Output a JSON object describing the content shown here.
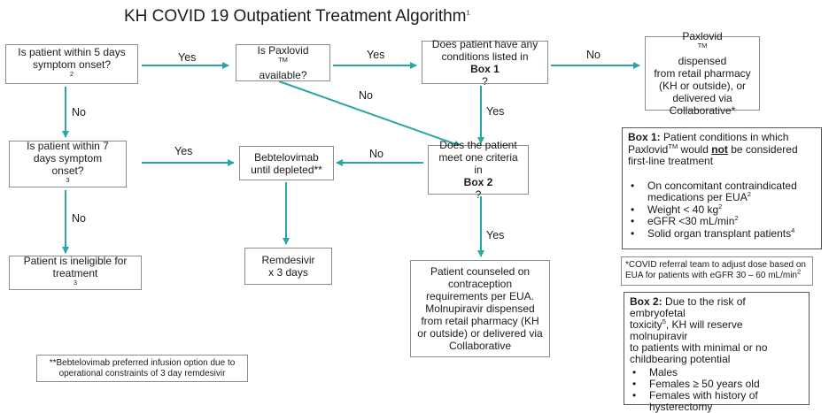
{
  "title": "KH COVID 19 Outpatient Treatment Algorithm",
  "title_sup": "1",
  "nodes": {
    "q5days": {
      "l1": "Is patient within 5 days",
      "l2": "symptom onset?",
      "sup": "2"
    },
    "paxlovid_avail": {
      "l1": "Is Paxlovid",
      "tm": "TM",
      "l1b": "",
      "l2": "available?"
    },
    "box1_q": {
      "l1": "Does patient have any",
      "l2": "conditions listed in",
      "bold": "Box 1",
      "tail": "?"
    },
    "paxlovid_dispensed": {
      "l1": "Paxlovid",
      "tm": "TM",
      "l1b": " dispensed",
      "l2": "from retail pharmacy",
      "l3": "(KH or outside),  or",
      "l4": "delivered via",
      "l5": "Collaborative*"
    },
    "q7days": {
      "l1": "Is patient within 7",
      "l2": "days symptom",
      "l3": "onset?",
      "sup": "3"
    },
    "bebtelovimab": {
      "l1": "Bebtelovimab",
      "l2": "until depleted**"
    },
    "box2_q": {
      "l1": "Does the patient",
      "l2": "meet one criteria",
      "l3": "in ",
      "bold": "Box 2",
      "tail": "?"
    },
    "ineligible": {
      "l1": "Patient is ineligible for",
      "l2": "treatment",
      "sup": "3"
    },
    "remdesivir": {
      "l1": "Remdesivir",
      "l2": "x 3 days"
    },
    "counseled": {
      "l1": "Patient counseled on",
      "l2": "contraception",
      "l3": "requirements per EUA.",
      "l4": "Molnupiravir dispensed",
      "l5": "from retail pharmacy (KH",
      "l6": "or outside) or delivered via",
      "l7": "Collaborative"
    }
  },
  "arrow_labels": {
    "yes1": "Yes",
    "yes2": "Yes",
    "no1": "No",
    "no_diag": "No",
    "yes_down": "Yes",
    "no_left": "No",
    "no_down": "No",
    "yes_left": "Yes",
    "no_down2": "No",
    "yes_down2": "Yes"
  },
  "box1": {
    "heading": "Box 1:",
    "intro1": " Patient conditions in which",
    "intro2_pre": "Paxlovid",
    "intro2_tm": "TM",
    "intro2_mid": " would ",
    "intro2_not": "not",
    "intro2_post": " be considered",
    "intro3": "first-line treatment",
    "items": [
      {
        "text": "On concomitant contraindicated medications per EUA",
        "sup": "2"
      },
      {
        "text": "Weight < 40 kg",
        "sup": "2"
      },
      {
        "text": "eGFR <30 mL/min",
        "sup": "2"
      },
      {
        "text": "Solid organ transplant patients",
        "sup": "4"
      }
    ]
  },
  "referral_note": {
    "l1": "*COVID referral team to adjust dose based on",
    "l2": "EUA for patients with eGFR 30 – 60 mL/min",
    "sup": "2"
  },
  "box2": {
    "heading": "Box 2:",
    "intro1": " Due to the risk of embryofetal",
    "intro2": "toxicity",
    "intro2_sup": "5",
    "intro2_post": ", KH will reserve molnupiravir",
    "intro3": "to patients with minimal or no",
    "intro4": "childbearing potential",
    "items": [
      {
        "text": "Males"
      },
      {
        "text": "Females ≥ 50 years old"
      },
      {
        "text": "Females with history of hysterectomy"
      }
    ]
  },
  "footnote": {
    "l1": "**Bebtelovimab preferred infusion option due to",
    "l2": "operational constraints of 3 day remdesivir"
  },
  "colors": {
    "arrow": "#2aa6a6",
    "box_border": "#8c8c8c"
  }
}
